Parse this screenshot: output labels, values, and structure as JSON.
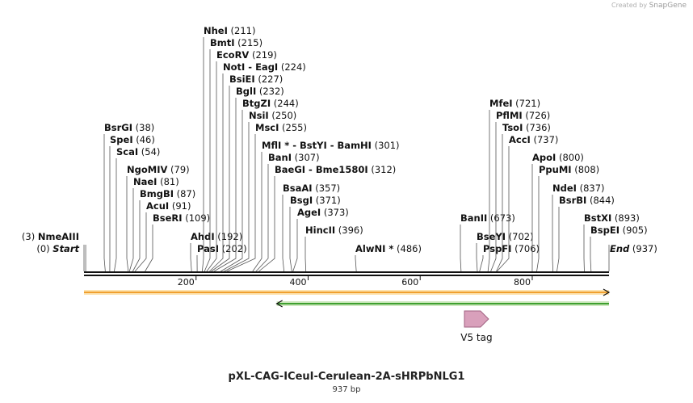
{
  "credit": {
    "prefix": "Created by",
    "brand": "SnapGene"
  },
  "plasmid": {
    "name": "pXL-CAG-ICeuI-Cerulean-2A-sHRPbNLG1",
    "length_label": "937 bp",
    "length": 937
  },
  "ruler": {
    "ticks": [
      200,
      400,
      600,
      800
    ]
  },
  "features": [
    {
      "name": "orange-feature",
      "start": 1,
      "end": 937,
      "direction": "forward",
      "color": "#f0a030",
      "fill": "#fde3b0",
      "label": ""
    },
    {
      "name": "green-feature",
      "start": 345,
      "end": 937,
      "direction": "reverse",
      "color": "#3fa030",
      "fill": "#cfe8c0",
      "label": ""
    },
    {
      "name": "v5-tag",
      "start": 680,
      "end": 722,
      "direction": "forward",
      "color": "#a06080",
      "fill": "#d9a0bb",
      "label": "V5 tag"
    }
  ],
  "sites": [
    {
      "name": "NmeAIII",
      "pos": 3,
      "num": "(3)",
      "left": true,
      "italic": false
    },
    {
      "name": "Start",
      "pos": 0,
      "num": "(0)",
      "left": true,
      "italic": true
    },
    {
      "name": "BsrGI",
      "pos": 38,
      "num": "(38)"
    },
    {
      "name": "SpeI",
      "pos": 46,
      "num": "(46)"
    },
    {
      "name": "ScaI",
      "pos": 54,
      "num": "(54)"
    },
    {
      "name": "NgoMIV",
      "pos": 79,
      "num": "(79)"
    },
    {
      "name": "NaeI",
      "pos": 81,
      "num": "(81)"
    },
    {
      "name": "BmgBI",
      "pos": 87,
      "num": "(87)"
    },
    {
      "name": "AcuI",
      "pos": 91,
      "num": "(91)"
    },
    {
      "name": "BseRI",
      "pos": 109,
      "num": "(109)"
    },
    {
      "name": "AhdI",
      "pos": 192,
      "num": "(192)"
    },
    {
      "name": "PasI",
      "pos": 202,
      "num": "(202)"
    },
    {
      "name": "NheI",
      "pos": 211,
      "num": "(211)"
    },
    {
      "name": "BmtI",
      "pos": 215,
      "num": "(215)"
    },
    {
      "name": "EcoRV",
      "pos": 219,
      "num": "(219)"
    },
    {
      "name": "NotI  -  EagI",
      "pos": 224,
      "num": "(224)"
    },
    {
      "name": "BsiEI",
      "pos": 227,
      "num": "(227)"
    },
    {
      "name": "BglI",
      "pos": 232,
      "num": "(232)"
    },
    {
      "name": "BtgZI",
      "pos": 244,
      "num": "(244)"
    },
    {
      "name": "NsiI",
      "pos": 250,
      "num": "(250)"
    },
    {
      "name": "MscI",
      "pos": 255,
      "num": "(255)"
    },
    {
      "name": "MflI *  -  BstYI  -  BamHI",
      "pos": 301,
      "num": "(301)"
    },
    {
      "name": "BanI",
      "pos": 307,
      "num": "(307)"
    },
    {
      "name": "BaeGI  -  Bme1580I",
      "pos": 312,
      "num": "(312)"
    },
    {
      "name": "BsaAI",
      "pos": 357,
      "num": "(357)"
    },
    {
      "name": "BsgI",
      "pos": 371,
      "num": "(371)"
    },
    {
      "name": "AgeI",
      "pos": 373,
      "num": "(373)"
    },
    {
      "name": "HincII",
      "pos": 396,
      "num": "(396)"
    },
    {
      "name": "AlwNI *",
      "pos": 486,
      "num": "(486)"
    },
    {
      "name": "BanII",
      "pos": 673,
      "num": "(673)"
    },
    {
      "name": "BseYI",
      "pos": 702,
      "num": "(702)"
    },
    {
      "name": "PspFI",
      "pos": 706,
      "num": "(706)"
    },
    {
      "name": "MfeI",
      "pos": 721,
      "num": "(721)"
    },
    {
      "name": "PflMI",
      "pos": 726,
      "num": "(726)"
    },
    {
      "name": "TsoI",
      "pos": 736,
      "num": "(736)"
    },
    {
      "name": "AccI",
      "pos": 737,
      "num": "(737)"
    },
    {
      "name": "ApoI",
      "pos": 800,
      "num": "(800)"
    },
    {
      "name": "PpuMI",
      "pos": 808,
      "num": "(808)"
    },
    {
      "name": "NdeI",
      "pos": 837,
      "num": "(837)"
    },
    {
      "name": "BsrBI",
      "pos": 844,
      "num": "(844)"
    },
    {
      "name": "BstXI",
      "pos": 893,
      "num": "(893)"
    },
    {
      "name": "BspEI",
      "pos": 905,
      "num": "(905)"
    },
    {
      "name": "End",
      "pos": 937,
      "num": "(937)",
      "italic": true
    }
  ]
}
